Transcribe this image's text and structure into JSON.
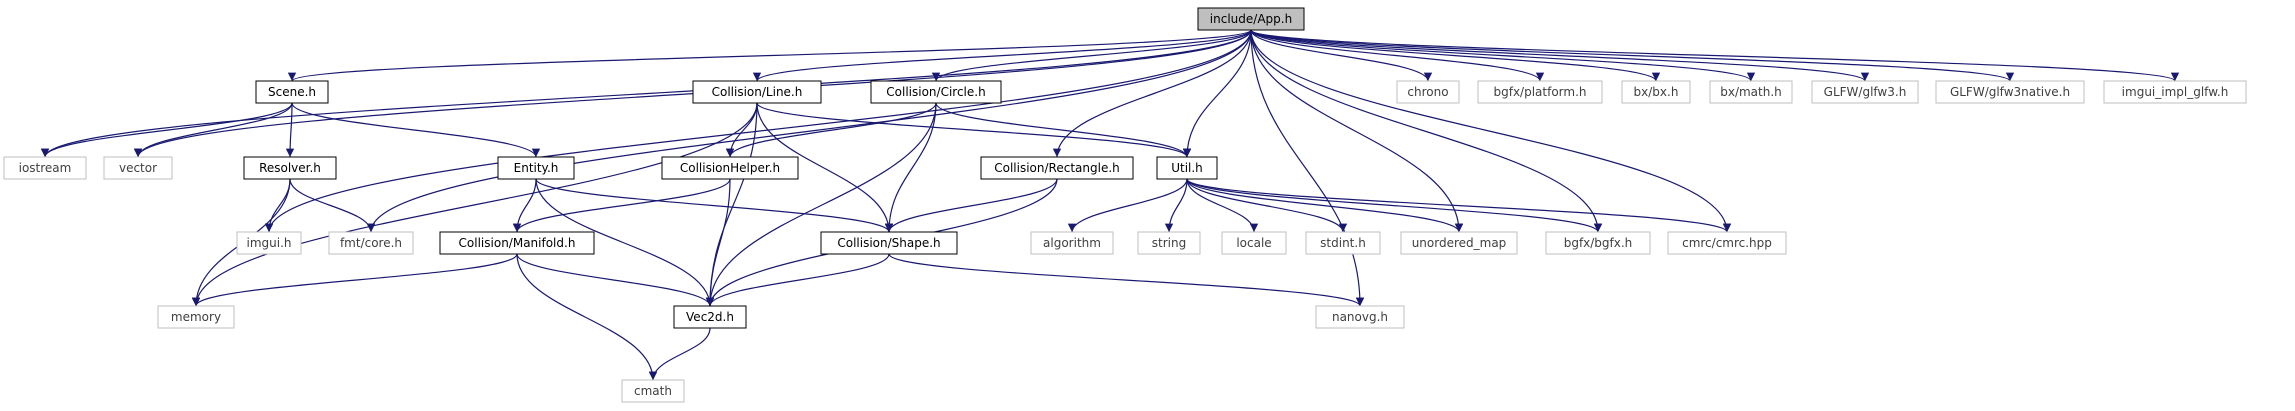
{
  "colors": {
    "edge": "#191970",
    "root_fill": "#bfbfbf",
    "node_fill": "#ffffff",
    "node_border": "#000000",
    "external_border": "#bfbfbf",
    "external_text": "#3f3f3f",
    "text": "#000000"
  },
  "nodes": [
    {
      "id": "app",
      "label": "include/App.h",
      "kind": "root"
    },
    {
      "id": "scene",
      "label": "Scene.h",
      "kind": "local"
    },
    {
      "id": "cline",
      "label": "Collision/Line.h",
      "kind": "local"
    },
    {
      "id": "ccircle",
      "label": "Collision/Circle.h",
      "kind": "local"
    },
    {
      "id": "chrono",
      "label": "chrono",
      "kind": "external"
    },
    {
      "id": "bgfxplat",
      "label": "bgfx/platform.h",
      "kind": "external"
    },
    {
      "id": "bxbx",
      "label": "bx/bx.h",
      "kind": "external"
    },
    {
      "id": "bxmath",
      "label": "bx/math.h",
      "kind": "external"
    },
    {
      "id": "glfw3",
      "label": "GLFW/glfw3.h",
      "kind": "external"
    },
    {
      "id": "glfw3native",
      "label": "GLFW/glfw3native.h",
      "kind": "external"
    },
    {
      "id": "imguiimpl",
      "label": "imgui_impl_glfw.h",
      "kind": "external"
    },
    {
      "id": "iostream",
      "label": "iostream",
      "kind": "external"
    },
    {
      "id": "vector",
      "label": "vector",
      "kind": "external"
    },
    {
      "id": "resolver",
      "label": "Resolver.h",
      "kind": "local"
    },
    {
      "id": "entity",
      "label": "Entity.h",
      "kind": "local"
    },
    {
      "id": "chelper",
      "label": "CollisionHelper.h",
      "kind": "local"
    },
    {
      "id": "crect",
      "label": "Collision/Rectangle.h",
      "kind": "local"
    },
    {
      "id": "util",
      "label": "Util.h",
      "kind": "local"
    },
    {
      "id": "imgui",
      "label": "imgui.h",
      "kind": "external"
    },
    {
      "id": "fmtcore",
      "label": "fmt/core.h",
      "kind": "external"
    },
    {
      "id": "cmanifold",
      "label": "Collision/Manifold.h",
      "kind": "local"
    },
    {
      "id": "cshape",
      "label": "Collision/Shape.h",
      "kind": "local"
    },
    {
      "id": "algorithm",
      "label": "algorithm",
      "kind": "external"
    },
    {
      "id": "string",
      "label": "string",
      "kind": "external"
    },
    {
      "id": "locale",
      "label": "locale",
      "kind": "external"
    },
    {
      "id": "stdint",
      "label": "stdint.h",
      "kind": "external"
    },
    {
      "id": "unordmap",
      "label": "unordered_map",
      "kind": "external"
    },
    {
      "id": "bgfxbgfx",
      "label": "bgfx/bgfx.h",
      "kind": "external"
    },
    {
      "id": "cmrc",
      "label": "cmrc/cmrc.hpp",
      "kind": "external"
    },
    {
      "id": "memory",
      "label": "memory",
      "kind": "external"
    },
    {
      "id": "vec2d",
      "label": "Vec2d.h",
      "kind": "local"
    },
    {
      "id": "nanovg",
      "label": "nanovg.h",
      "kind": "external"
    },
    {
      "id": "cmath",
      "label": "cmath",
      "kind": "external"
    }
  ],
  "edges": [
    [
      "app",
      "scene"
    ],
    [
      "app",
      "cline"
    ],
    [
      "app",
      "ccircle"
    ],
    [
      "app",
      "chrono"
    ],
    [
      "app",
      "bgfxplat"
    ],
    [
      "app",
      "bxbx"
    ],
    [
      "app",
      "bxmath"
    ],
    [
      "app",
      "glfw3"
    ],
    [
      "app",
      "glfw3native"
    ],
    [
      "app",
      "imguiimpl"
    ],
    [
      "app",
      "iostream"
    ],
    [
      "app",
      "vector"
    ],
    [
      "app",
      "imgui"
    ],
    [
      "app",
      "fmtcore"
    ],
    [
      "app",
      "crect"
    ],
    [
      "app",
      "util"
    ],
    [
      "app",
      "unordmap"
    ],
    [
      "app",
      "bgfxbgfx"
    ],
    [
      "app",
      "cmrc"
    ],
    [
      "app",
      "nanovg"
    ],
    [
      "scene",
      "iostream"
    ],
    [
      "scene",
      "vector"
    ],
    [
      "scene",
      "resolver"
    ],
    [
      "scene",
      "entity"
    ],
    [
      "resolver",
      "memory"
    ],
    [
      "resolver",
      "imgui"
    ],
    [
      "resolver",
      "fmtcore"
    ],
    [
      "entity",
      "cmanifold"
    ],
    [
      "entity",
      "cshape"
    ],
    [
      "entity",
      "vec2d"
    ],
    [
      "cline",
      "memory"
    ],
    [
      "cline",
      "chelper"
    ],
    [
      "cline",
      "cshape"
    ],
    [
      "cline",
      "vec2d"
    ],
    [
      "cline",
      "util"
    ],
    [
      "ccircle",
      "chelper"
    ],
    [
      "ccircle",
      "cshape"
    ],
    [
      "ccircle",
      "vec2d"
    ],
    [
      "ccircle",
      "util"
    ],
    [
      "chelper",
      "cmanifold"
    ],
    [
      "chelper",
      "vec2d"
    ],
    [
      "crect",
      "cshape"
    ],
    [
      "crect",
      "vec2d"
    ],
    [
      "cmanifold",
      "memory"
    ],
    [
      "cmanifold",
      "vec2d"
    ],
    [
      "cmanifold",
      "cmath"
    ],
    [
      "cshape",
      "vec2d"
    ],
    [
      "cshape",
      "nanovg"
    ],
    [
      "vec2d",
      "cmath"
    ],
    [
      "util",
      "algorithm"
    ],
    [
      "util",
      "string"
    ],
    [
      "util",
      "locale"
    ],
    [
      "util",
      "stdint"
    ],
    [
      "util",
      "unordmap"
    ],
    [
      "util",
      "bgfxbgfx"
    ],
    [
      "util",
      "cmrc"
    ]
  ]
}
